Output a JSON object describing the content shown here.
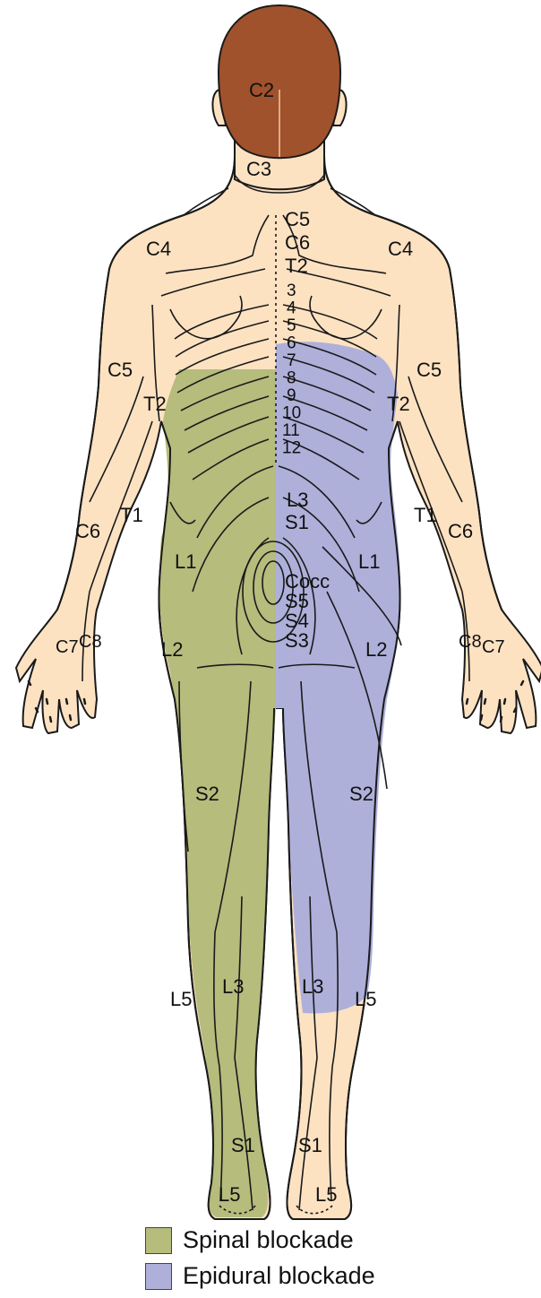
{
  "colors": {
    "skin": "#fde2c2",
    "hair": "#a0522d",
    "spinal": "#b5bc7c",
    "epidural": "#aeb0da",
    "outline": "#1a1a1a"
  },
  "labels": {
    "head": {
      "C2": "C2"
    },
    "neck": {
      "C3": "C3"
    },
    "shoulders": {
      "C4_left": "C4",
      "C4_right": "C4"
    },
    "spine_top": {
      "C5": "C5",
      "C6": "C6",
      "T2": "T2"
    },
    "spine_numbers": [
      "3",
      "4",
      "5",
      "6",
      "7",
      "8",
      "9",
      "10",
      "11",
      "12"
    ],
    "lumbar": {
      "L3": "L3",
      "S1": "S1"
    },
    "sacral": {
      "Cocc": "Cocc",
      "S5": "S5",
      "S4": "S4",
      "S3": "S3"
    },
    "arms": {
      "C5_left": "C5",
      "C5_right": "C5",
      "T2_left": "T2",
      "T2_right": "T2",
      "T1_left": "T1",
      "T1_right": "T1",
      "C6_left": "C6",
      "C6_right": "C6"
    },
    "hands": {
      "C7_left": "C7",
      "C8_left": "C8",
      "C7_right": "C7",
      "C8_right": "C8"
    },
    "hips": {
      "L1_left": "L1",
      "L1_right": "L1",
      "L2_left": "L2",
      "L2_right": "L2"
    },
    "legs": {
      "S2_left": "S2",
      "S2_right": "S2",
      "L5_left": "L5",
      "L5_right": "L5",
      "L3_left": "L3",
      "L3_right": "L3",
      "S1_left": "S1",
      "S1_right": "S1",
      "L5foot_left": "L5",
      "L5foot_right": "L5"
    }
  },
  "legend": {
    "spinal_label": "Spinal blockade",
    "epidural_label": "Epidural blockade"
  }
}
